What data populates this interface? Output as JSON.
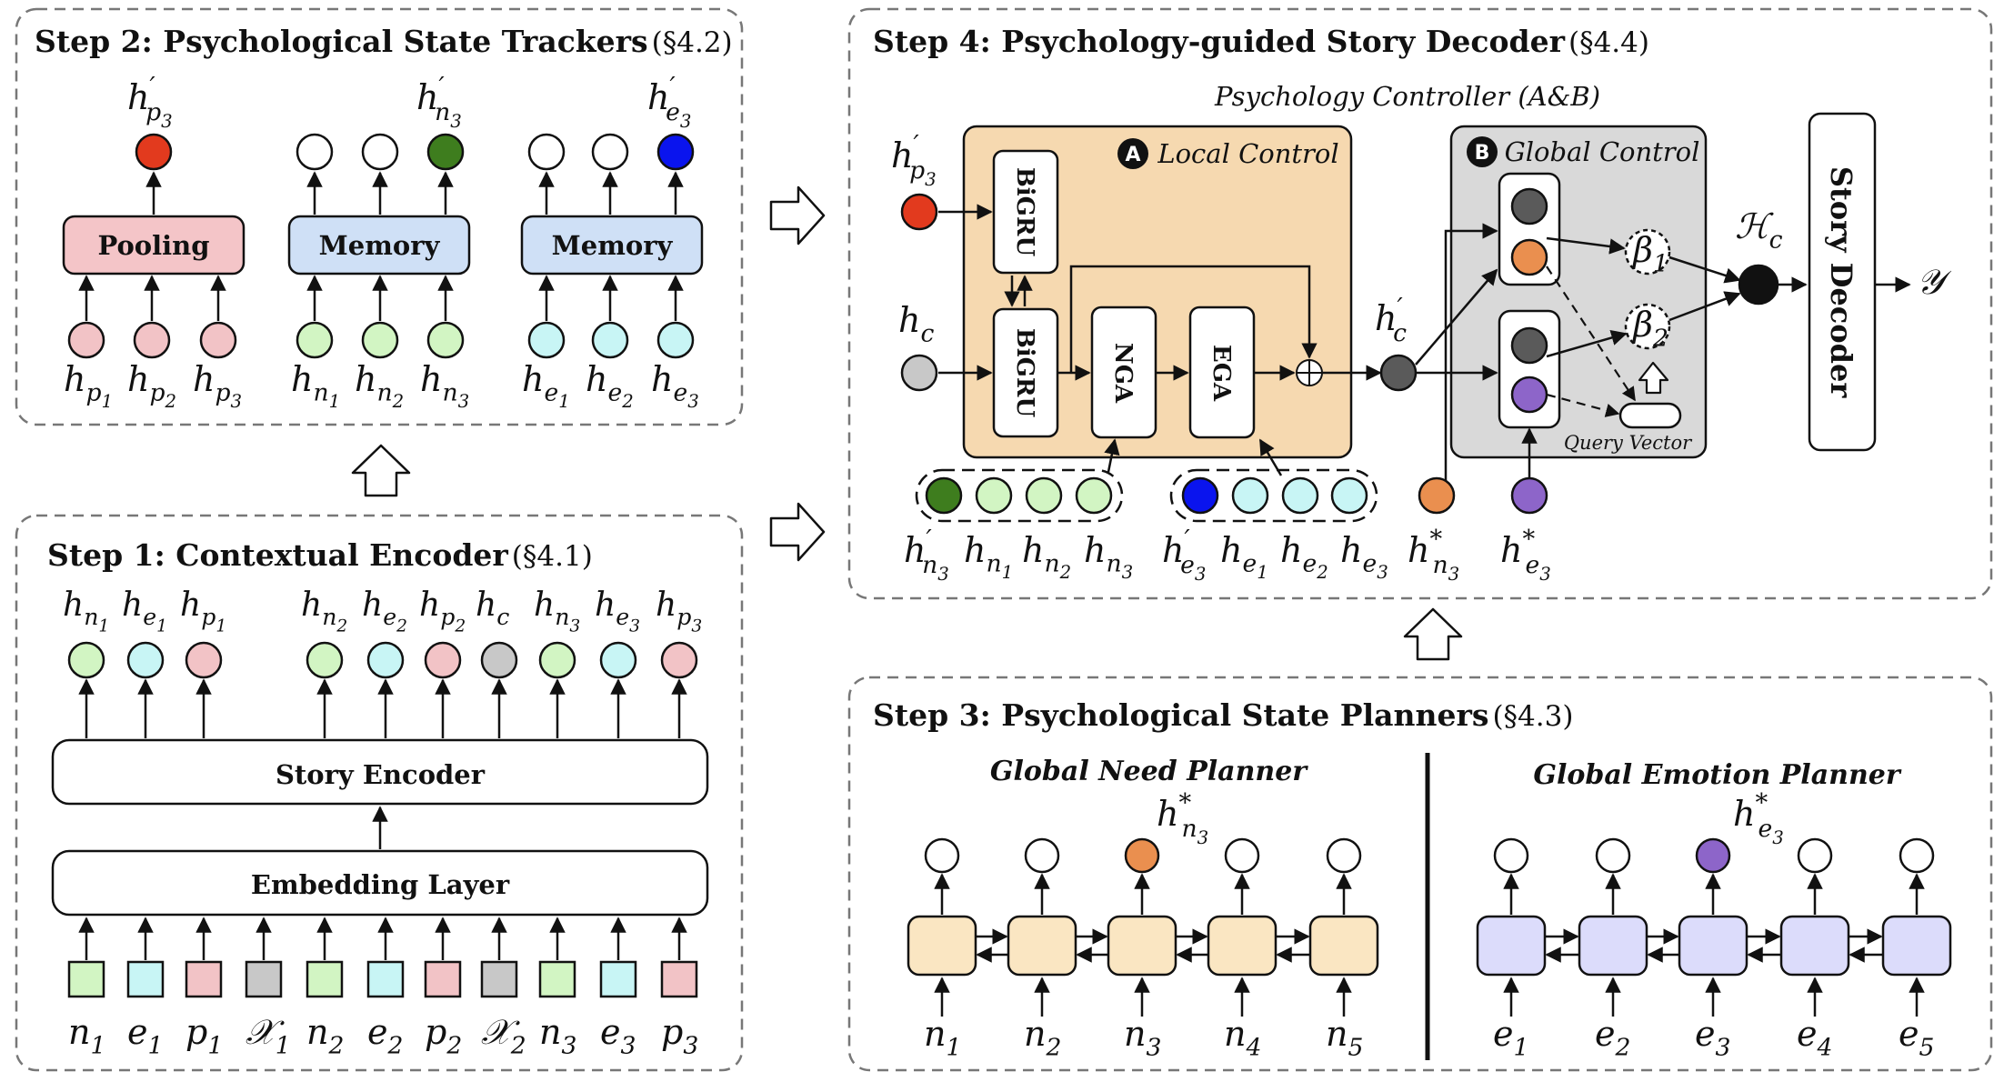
{
  "steps": {
    "step2": {
      "title": "Step 2: Psychological State Trackers",
      "ref": "(§4.2)"
    },
    "step1": {
      "title": "Step 1: Contextual Encoder",
      "ref": "(§4.1)"
    },
    "step4": {
      "title": "Step 4:  Psychology-guided Story Decoder",
      "ref": "(§4.4)"
    },
    "step3": {
      "title": "Step 3:  Psychological State Planners",
      "ref": "(§4.3)"
    }
  },
  "trackers": {
    "pooling": "Pooling",
    "memory_1": "Memory",
    "memory_2": "Memory",
    "out_p": {
      "base": "h",
      "sup": "′",
      "sub": "p",
      "subsub": "3"
    },
    "out_n": {
      "base": "h",
      "sup": "′",
      "sub": "n",
      "subsub": "3"
    },
    "out_e": {
      "base": "h",
      "sup": "′",
      "sub": "e",
      "subsub": "3"
    },
    "inputs": [
      {
        "base": "h",
        "sub": "p",
        "subsub": "1"
      },
      {
        "base": "h",
        "sub": "p",
        "subsub": "2"
      },
      {
        "base": "h",
        "sub": "p",
        "subsub": "3"
      },
      {
        "base": "h",
        "sub": "n",
        "subsub": "1"
      },
      {
        "base": "h",
        "sub": "n",
        "subsub": "2"
      },
      {
        "base": "h",
        "sub": "n",
        "subsub": "3"
      },
      {
        "base": "h",
        "sub": "e",
        "subsub": "1"
      },
      {
        "base": "h",
        "sub": "e",
        "subsub": "2"
      },
      {
        "base": "h",
        "sub": "e",
        "subsub": "3"
      }
    ]
  },
  "encoder": {
    "story_encoder": "Story Encoder",
    "embedding_layer": "Embedding Layer",
    "outputs": [
      {
        "base": "h",
        "sub": "n",
        "subsub": "1"
      },
      {
        "base": "h",
        "sub": "e",
        "subsub": "1"
      },
      {
        "base": "h",
        "sub": "p",
        "subsub": "1"
      },
      {
        "base": "h",
        "sub": "n",
        "subsub": "2"
      },
      {
        "base": "h",
        "sub": "e",
        "subsub": "2"
      },
      {
        "base": "h",
        "sub": "p",
        "subsub": "2"
      },
      {
        "base": "h",
        "sub": "c",
        "subsub": ""
      },
      {
        "base": "h",
        "sub": "n",
        "subsub": "3"
      },
      {
        "base": "h",
        "sub": "e",
        "subsub": "3"
      },
      {
        "base": "h",
        "sub": "p",
        "subsub": "3"
      }
    ],
    "inputs": [
      {
        "base": "n",
        "sub": "1"
      },
      {
        "base": "e",
        "sub": "1"
      },
      {
        "base": "p",
        "sub": "1"
      },
      {
        "base": "𝒳",
        "sub": "1"
      },
      {
        "base": "n",
        "sub": "2"
      },
      {
        "base": "e",
        "sub": "2"
      },
      {
        "base": "p",
        "sub": "2"
      },
      {
        "base": "𝒳",
        "sub": "2"
      },
      {
        "base": "n",
        "sub": "3"
      },
      {
        "base": "e",
        "sub": "3"
      },
      {
        "base": "p",
        "sub": "3"
      }
    ]
  },
  "decoder": {
    "controller_title": "Psychology Controller (A&B)",
    "local_badge": "A",
    "local_control": "Local Control",
    "global_badge": "B",
    "global_control": "Global Control",
    "bigru_top": "BiGRU",
    "bigru_bottom": "BiGRU",
    "nga": "NGA",
    "ega": "EGA",
    "query_vector": "Query Vector",
    "story_decoder": "Story Decoder",
    "oplus": "⊕",
    "beta1": {
      "base": "β",
      "sub": "1"
    },
    "beta2": {
      "base": "β",
      "sub": "2"
    },
    "hp3": {
      "base": "h",
      "sup": "′",
      "sub": "p",
      "subsub": "3"
    },
    "hc": {
      "base": "h",
      "sub": "c"
    },
    "hc_prime": {
      "base": "h",
      "sup": "′",
      "sub": "c"
    },
    "Hc": {
      "base": "ℋ",
      "sub": "c"
    },
    "Y": "𝒴",
    "need_inputs": [
      {
        "base": "h",
        "sup": "′",
        "sub": "n",
        "subsub": "3"
      },
      {
        "base": "h",
        "sub": "n",
        "subsub": "1"
      },
      {
        "base": "h",
        "sub": "n",
        "subsub": "2"
      },
      {
        "base": "h",
        "sub": "n",
        "subsub": "3"
      }
    ],
    "emo_inputs": [
      {
        "base": "h",
        "sup": "′",
        "sub": "e",
        "subsub": "3"
      },
      {
        "base": "h",
        "sub": "e",
        "subsub": "1"
      },
      {
        "base": "h",
        "sub": "e",
        "subsub": "2"
      },
      {
        "base": "h",
        "sub": "e",
        "subsub": "3"
      }
    ],
    "hn3_star": {
      "base": "h",
      "sup": "*",
      "sub": "n",
      "subsub": "3"
    },
    "he3_star": {
      "base": "h",
      "sup": "*",
      "sub": "e",
      "subsub": "3"
    }
  },
  "planners": {
    "need_title": "Global Need Planner",
    "emotion_title": "Global Emotion Planner",
    "need_star": {
      "base": "h",
      "sup": "*",
      "sub": "n",
      "subsub": "3"
    },
    "emo_star": {
      "base": "h",
      "sup": "*",
      "sub": "e",
      "subsub": "3"
    },
    "need_inputs": [
      {
        "base": "n",
        "sub": "1"
      },
      {
        "base": "n",
        "sub": "2"
      },
      {
        "base": "n",
        "sub": "3"
      },
      {
        "base": "n",
        "sub": "4"
      },
      {
        "base": "n",
        "sub": "5"
      }
    ],
    "emo_inputs": [
      {
        "base": "e",
        "sub": "1"
      },
      {
        "base": "e",
        "sub": "2"
      },
      {
        "base": "e",
        "sub": "3"
      },
      {
        "base": "e",
        "sub": "4"
      },
      {
        "base": "e",
        "sub": "5"
      }
    ]
  },
  "colors": {
    "red": "#e23a1e",
    "green_dark": "#3e7d1e",
    "blue_dark": "#0a14ee",
    "orange": "#ea8f4f",
    "purple": "#8d65c9",
    "pink": "#f2c3c6",
    "green_light": "#d2f5c3",
    "cyan_light": "#c8f5f5",
    "gray": "#c8c8c8",
    "gray_dark": "#5a5a5a",
    "pooling_fill": "#f4c5c8",
    "memory_fill": "#cfe0f6",
    "local_fill": "#f6d9b0",
    "global_fill": "#d9d9d9",
    "need_cell": "#fae6c2",
    "emo_cell": "#dcdcfb"
  }
}
